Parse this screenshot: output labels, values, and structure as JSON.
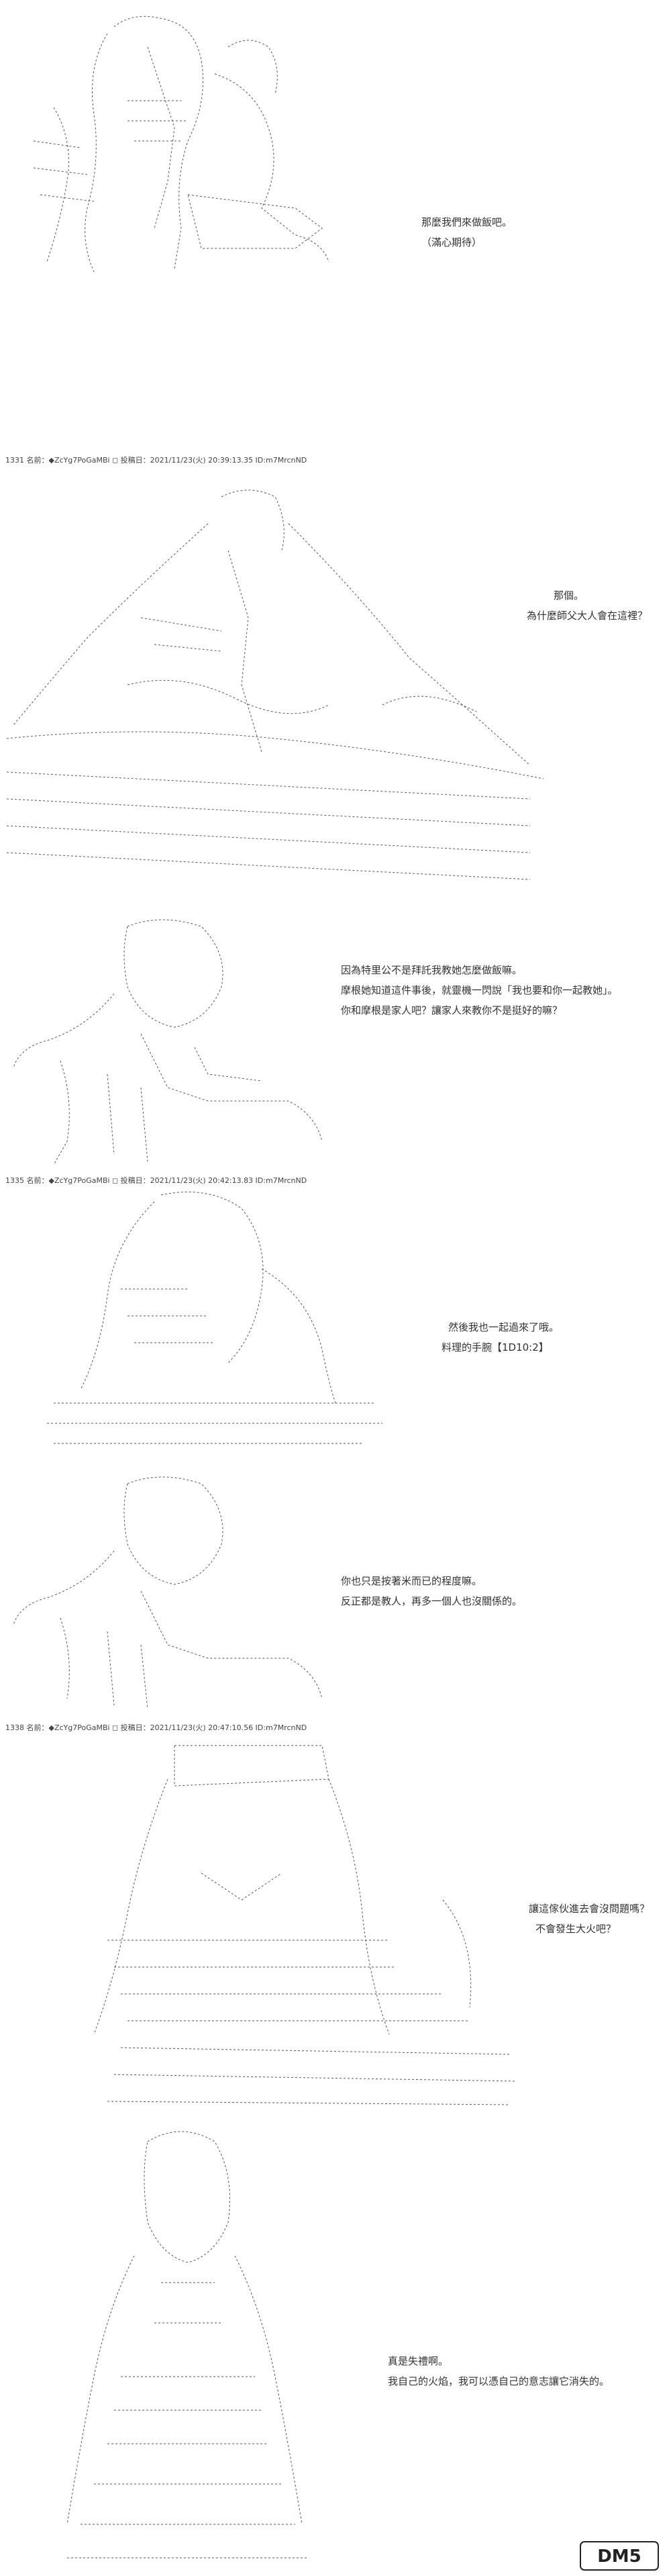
{
  "posts": [
    {
      "header": "1331 名前：◆ZcYg7PoGaMBi ◻ 投稿日：2021/11/23(火) 20:39:13.35 ID:m7MrcnND"
    },
    {
      "header": "1335 名前：◆ZcYg7PoGaMBi ◻ 投稿日：2021/11/23(火) 20:42:13.83 ID:m7MrcnND"
    },
    {
      "header": "1338 名前：◆ZcYg7PoGaMBi ◻ 投稿日：2021/11/23(火) 20:47:10.56 ID:m7MrcnND"
    }
  ],
  "panels": [
    {
      "lines": [
        "那麼我們來做飯吧。",
        "（滿心期待）"
      ]
    },
    {
      "lines": [
        "那個。",
        "為什麼師父大人會在這裡？"
      ]
    },
    {
      "lines": [
        "因為特里公不是拜託我教她怎麼做飯嘛。",
        "摩根她知道這件事後，就靈機一閃說「我也要和你一起教她」。",
        "你和摩根是家人吧？讓家人來教你不是挺好的嘛？"
      ]
    },
    {
      "lines": [
        "然後我也一起過來了哦。",
        "料理的手腕【1D10:2】"
      ]
    },
    {
      "lines": [
        "你也只是按著米而已的程度嘛。",
        "反正都是教人，再多一個人也沒關係的。"
      ]
    },
    {
      "lines": [
        "讓這傢伙進去會沒問題嗎？",
        "不會發生大火吧？"
      ]
    },
    {
      "lines": [
        "真是失禮啊。",
        "我自己的火焰，我可以憑自己的意志讓它消失的。"
      ]
    }
  ],
  "watermark": {
    "text": "DM5",
    "color": "#222222"
  },
  "icons": [
    "ascii-art-figure",
    "watermark-logo"
  ]
}
